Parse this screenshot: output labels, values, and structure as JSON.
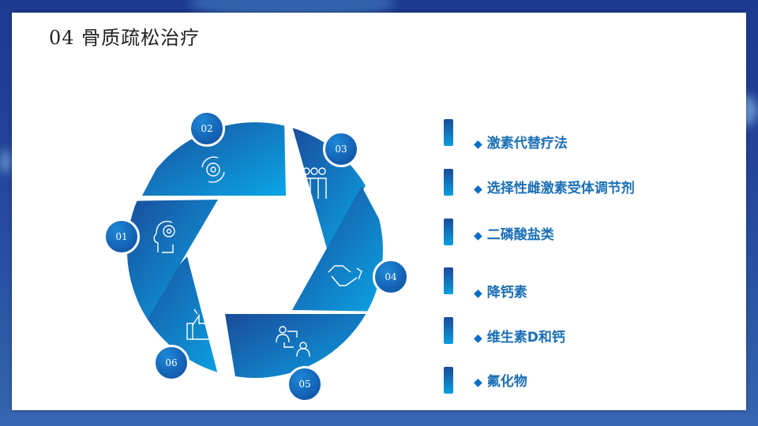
{
  "slide": {
    "title": "04  骨质疏松治疗"
  },
  "diagram": {
    "segments": [
      {
        "number": "01",
        "icon": "head-gear-icon"
      },
      {
        "number": "02",
        "icon": "gear-cycle-icon"
      },
      {
        "number": "03",
        "icon": "team-icon"
      },
      {
        "number": "04",
        "icon": "handshake-icon"
      },
      {
        "number": "05",
        "icon": "people-exchange-icon"
      },
      {
        "number": "06",
        "icon": "thumbs-up-icon"
      }
    ],
    "colors": {
      "dark": "#1a4b9a",
      "light": "#0aa6e6",
      "badge": "#1565b8"
    }
  },
  "list": {
    "bullet": "◆",
    "items": [
      {
        "label": "激素代替疗法"
      },
      {
        "label": "选择性雌激素受体调节剂"
      },
      {
        "label": "二磷酸盐类"
      },
      {
        "label": "降钙素"
      },
      {
        "label": "维生素D和钙"
      },
      {
        "label": "氟化物"
      }
    ],
    "text_color": "#1b6fb5"
  }
}
